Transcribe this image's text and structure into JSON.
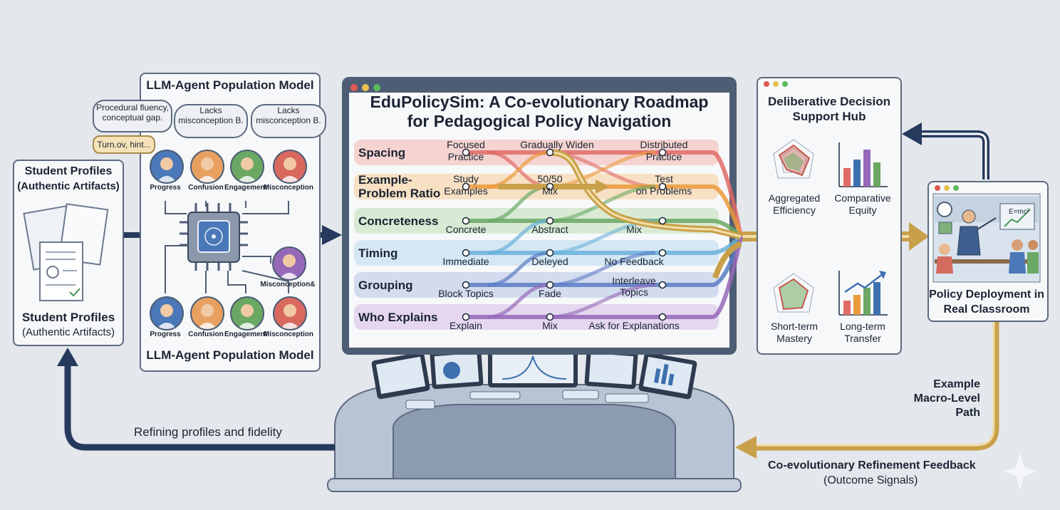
{
  "title_line1": "EduPolicySim: A Co-evolutionary Roadmap",
  "title_line2": "for Pedagogical Policy Navigation",
  "student_panel": {
    "title": "Student Profiles",
    "subtitle": "(Authentic Artifacts)",
    "bottom_title": "Student Profiles",
    "bottom_subtitle": "(Authentic Artifacts)"
  },
  "agent_panel": {
    "title": "LLM-Agent Population Model",
    "bottom_title": "LLM-Agent Population Model",
    "bubbles": [
      "Procedural fluency, conceptual gap.",
      "Lacks misconception B.",
      "Lacks misconception B.",
      "Turn.ov, hint..."
    ],
    "top_agents": [
      "Progress",
      "Confusion",
      "Engagement",
      "Misconception"
    ],
    "side_agent": "Misconception&",
    "bottom_agents": [
      "Progress",
      "Confusion",
      "Engagement",
      "Misconception"
    ]
  },
  "policies": [
    {
      "name": "Spacing",
      "options": [
        "Focused Practice",
        "Gradually Widen",
        "Distributed Practice"
      ],
      "color": "#e06a66",
      "band": "#f4d3d1"
    },
    {
      "name": "Example-Problem Ratio",
      "options": [
        "Study Examples",
        "50/50 Mix",
        "Test on Problems"
      ],
      "color": "#eb9a3c",
      "band": "#f7e0c3"
    },
    {
      "name": "Concreteness",
      "options": [
        "Concrete",
        "Abstract",
        "Mix"
      ],
      "color": "#6aa864",
      "band": "#d8ead3"
    },
    {
      "name": "Timing",
      "options": [
        "Immediate",
        "Deleyed",
        "No Feedback"
      ],
      "color": "#6ab0dc",
      "band": "#d5e7f3"
    },
    {
      "name": "Grouping",
      "options": [
        "Block Topics",
        "Fade",
        "Interleave Topics"
      ],
      "color": "#5b7cc4",
      "band": "#d3dbee"
    },
    {
      "name": "Who Explains",
      "options": [
        "Explain",
        "Mix",
        "Ask for Explanations"
      ],
      "color": "#9569b8",
      "band": "#e4d7ef"
    }
  ],
  "hub": {
    "title": "Deliberative Decision Support Hub",
    "metrics": [
      "Aggregated Efficiency",
      "Comparative Equity",
      "Short-term Mastery",
      "Long-term Transfer"
    ]
  },
  "deploy": {
    "title": "Policy Deployment in Real Classroom",
    "board_text": "E=mc²"
  },
  "labels": {
    "macro_path": "Example Macro-Level Path",
    "feedback_title": "Co-evolutionary Refinement Feedback",
    "feedback_sub": "(Outcome Signals)",
    "refine": "Refining profiles and fidelity"
  },
  "colors": {
    "navy": "#253a5c",
    "gold": "#c9a04a",
    "frame": "#4d5d74"
  }
}
